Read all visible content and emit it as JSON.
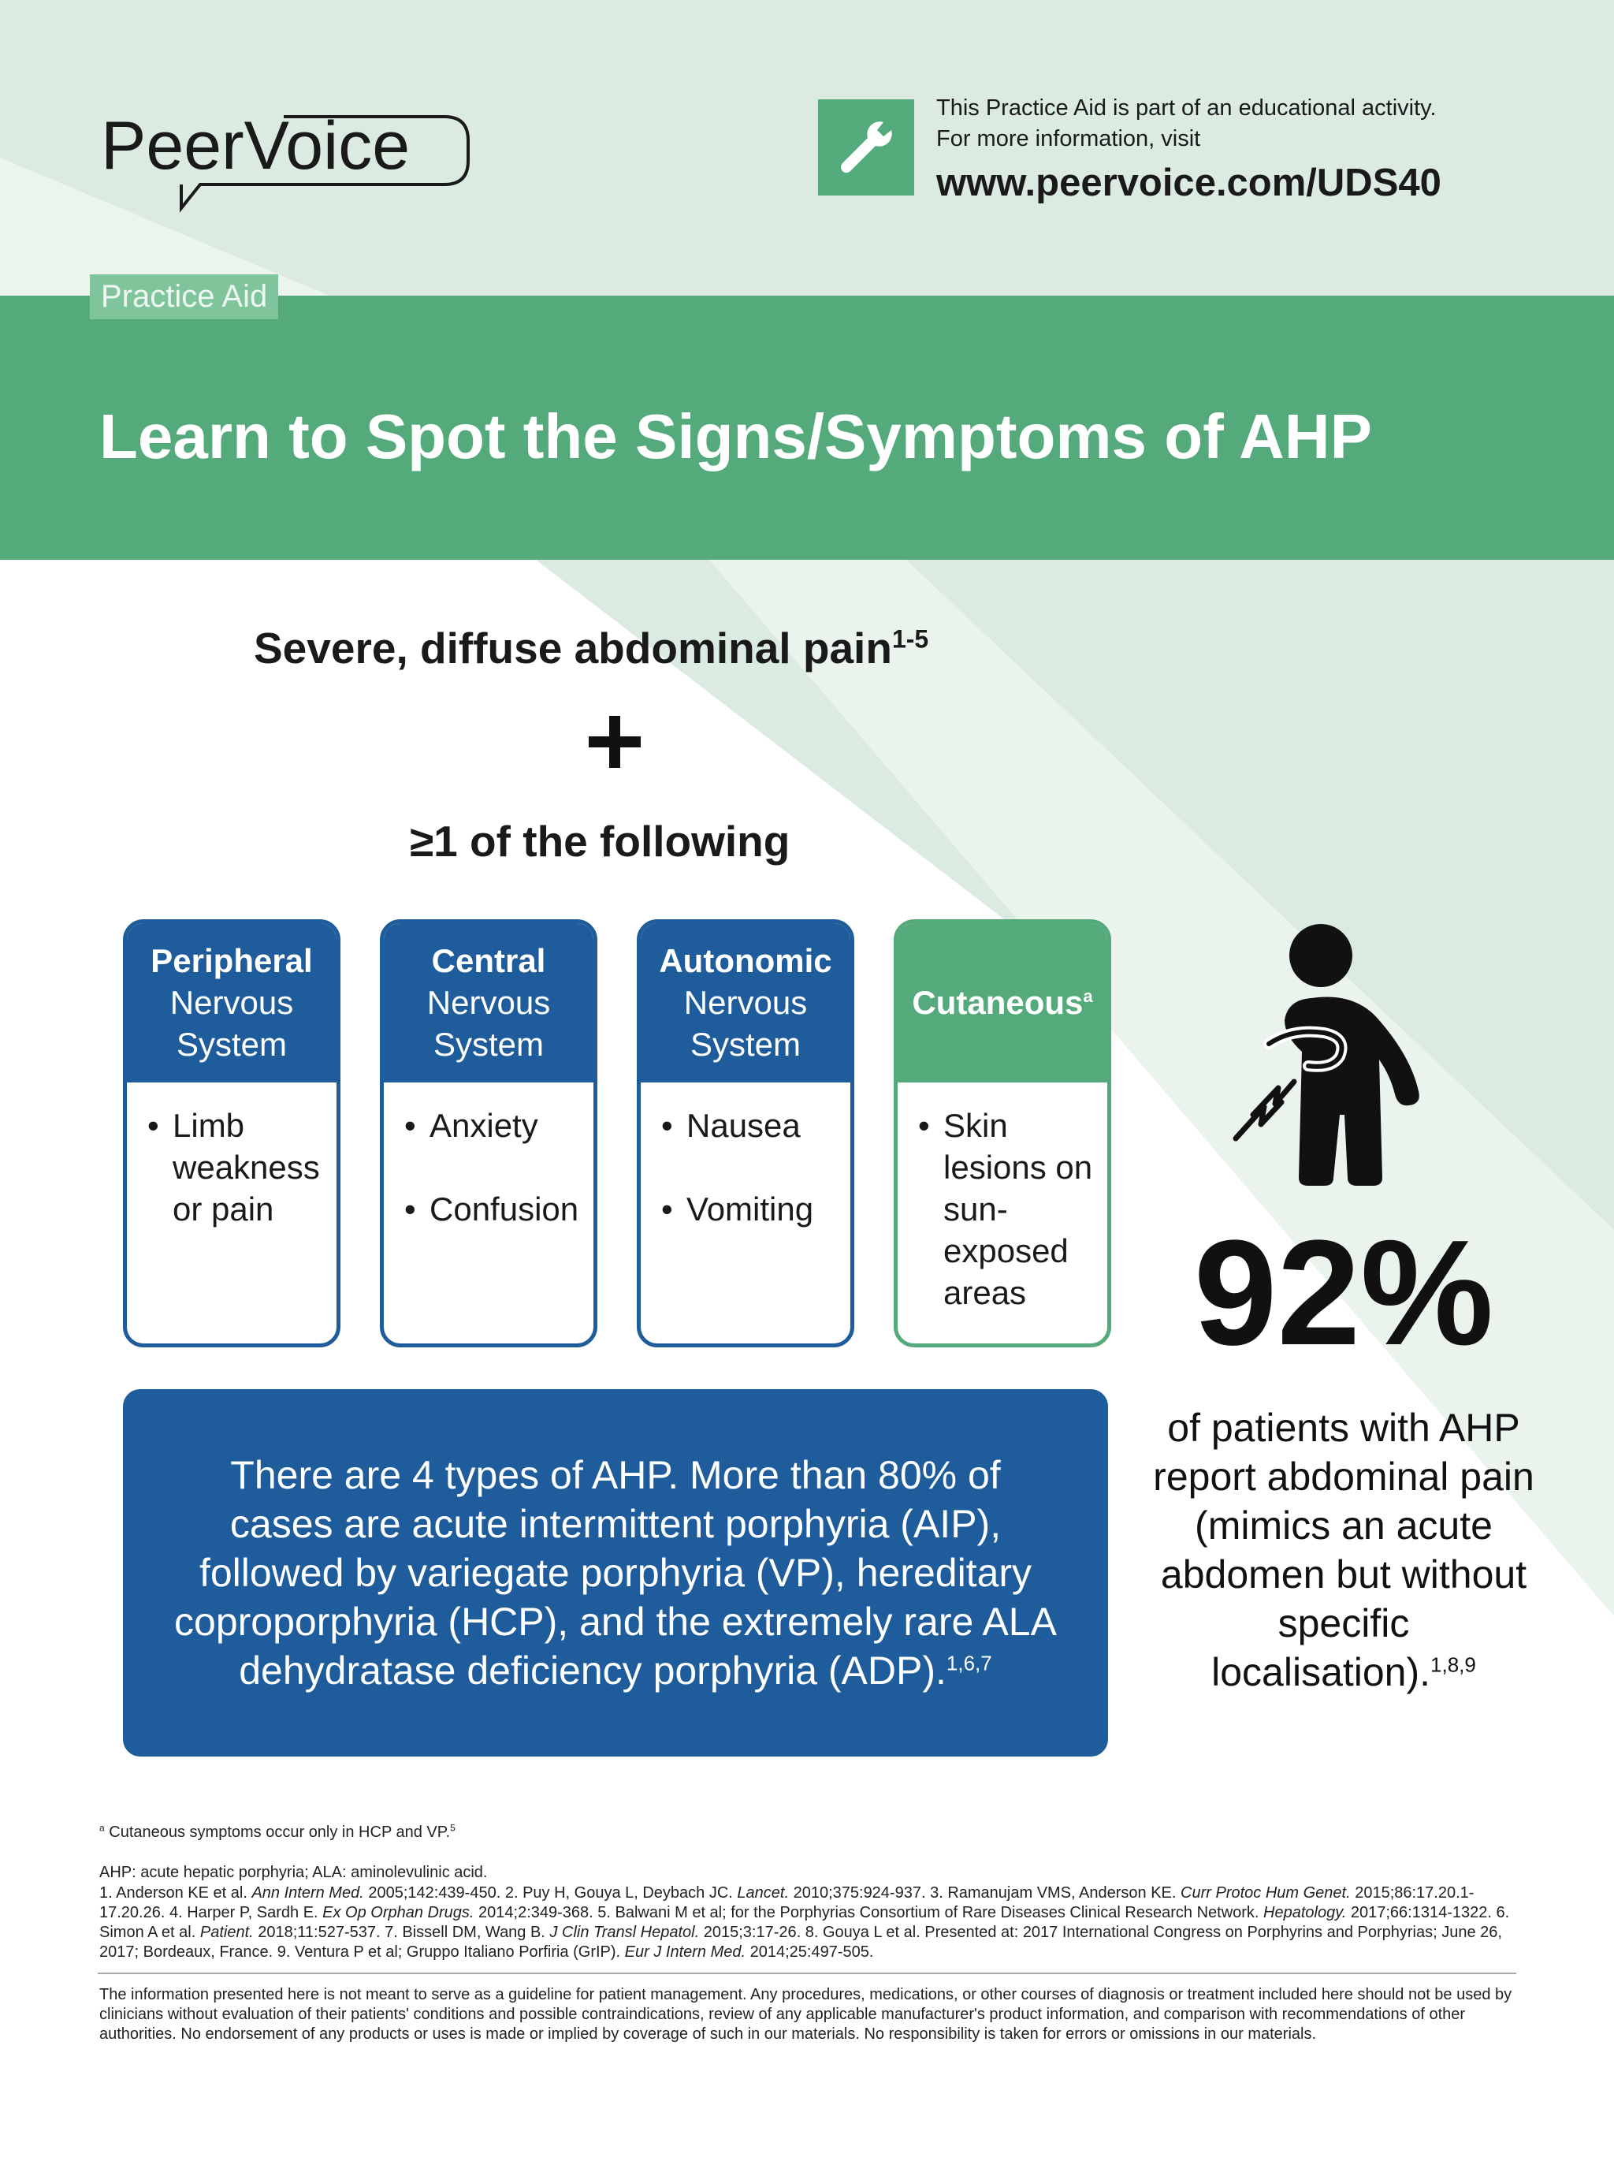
{
  "header": {
    "logo_text": "PeerVoice",
    "promo_line1": "This Practice Aid is part of an educational activity.",
    "promo_line2": "For more information, visit",
    "promo_url": "www.peervoice.com/UDS40",
    "promo_icon": "wrench-icon"
  },
  "banner": {
    "tag": "Practice Aid",
    "title": "Learn to Spot the Signs/Symptoms of AHP"
  },
  "headline": {
    "pain": "Severe, diffuse abdominal pain",
    "pain_sup": "1-5",
    "plus": "+",
    "following": "≥1 of the following"
  },
  "categories": [
    {
      "title_bold": "Peripheral",
      "title_rest": [
        "Nervous",
        "System"
      ],
      "color": "#1f5c9c",
      "items": [
        "Limb weakness or pain"
      ]
    },
    {
      "title_bold": "Central",
      "title_rest": [
        "Nervous",
        "System"
      ],
      "color": "#1f5c9c",
      "items": [
        "Anxiety",
        "Confusion"
      ]
    },
    {
      "title_bold": "Autonomic",
      "title_rest": [
        "Nervous",
        "System"
      ],
      "color": "#1f5c9c",
      "items": [
        "Nausea",
        "Vomiting"
      ]
    },
    {
      "title_bold": "Cutaneous",
      "title_sup": "a",
      "color": "#55aa7b",
      "items": [
        "Skin lesions on sun-exposed areas"
      ]
    }
  ],
  "info_box": {
    "text": "There are 4 types of AHP. More than 80% of cases are acute intermittent porphyria (AIP), followed by variegate porphyria (VP), hereditary coproporphyria (HCP), and the extremely rare ALA dehydratase deficiency porphyria (ADP).",
    "sup": "1,6,7"
  },
  "stat": {
    "value": "92%",
    "text": "of patients with AHP report abdominal pain (mimics an acute abdomen but without specific localisation).",
    "sup": "1,8,9",
    "icon": "person-abdominal-pain-icon"
  },
  "footnotes": {
    "cutaneous_note_marker": "a",
    "cutaneous_note": "Cutaneous symptoms occur only in HCP and VP.",
    "cutaneous_note_sup": "5",
    "abbreviations": "AHP: acute hepatic porphyria; ALA: aminolevulinic acid.",
    "references": [
      {
        "pre": "1. Anderson KE et al. ",
        "journal": "Ann Intern Med.",
        "post": " 2005;142:439-450. "
      },
      {
        "pre": "2. Puy H, Gouya L, Deybach JC. ",
        "journal": "Lancet.",
        "post": " 2010;375:924-937. "
      },
      {
        "pre": "3. Ramanujam VMS, Anderson KE. ",
        "journal": "Curr Protoc Hum Genet.",
        "post": " 2015;86:17.20.1-17.20.26. "
      },
      {
        "pre": "4. Harper P, Sardh E. ",
        "journal": "Ex Op Orphan Drugs.",
        "post": " 2014;2:349-368. "
      },
      {
        "pre": "5. Balwani M et al; for the Porphyrias Consortium of Rare Diseases Clinical Research Network. ",
        "journal": "Hepatology.",
        "post": " 2017;66:1314-1322. "
      },
      {
        "pre": "6. Simon A et al. ",
        "journal": "Patient.",
        "post": " 2018;11:527-537. "
      },
      {
        "pre": "7. Bissell DM, Wang B. ",
        "journal": "J Clin Transl Hepatol.",
        "post": " 2015;3:17-26. "
      },
      {
        "pre": "8. Gouya L et al. Presented at: 2017 International Congress on Porphyrins and Porphyrias; June 26, 2017; Bordeaux, France. ",
        "journal": "",
        "post": ""
      },
      {
        "pre": "9. Ventura P et al; Gruppo Italiano Porfiria (GrIP). ",
        "journal": "Eur J Intern Med.",
        "post": " 2014;25:497-505."
      }
    ],
    "disclaimer": "The information presented here is not meant to serve as a guideline for patient management. Any procedures, medications, or other courses of diagnosis or treatment included here should not be used by clinicians without evaluation of their patients' conditions and possible contraindications, review of any applicable manufacturer's product information, and comparison with recommendations of other authorities. No endorsement of any products or uses is made or implied by coverage of such in our materials. No responsibility is taken for errors or omissions in our materials."
  },
  "colors": {
    "green": "#55aa7b",
    "blue": "#1f5c9c",
    "light_green_bg": "#dcebe1"
  }
}
